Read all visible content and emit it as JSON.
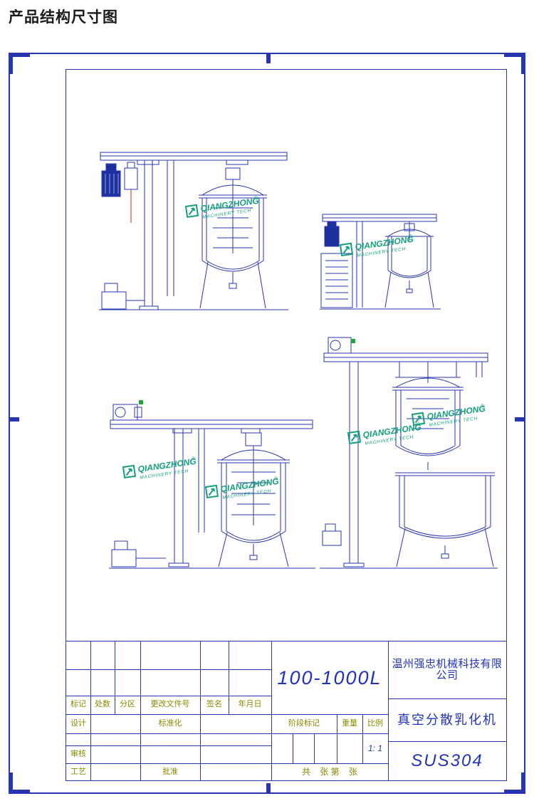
{
  "header": {
    "title": "产品结构尺寸图"
  },
  "logo": {
    "name": "QIANGZHONG",
    "reg": "®",
    "sub": "MACHINERY TECH"
  },
  "titleblock": {
    "capacity": "100-1000L",
    "company": "温州强忠机械科技有限公司",
    "product": "真空分散乳化机",
    "material": "SUS304",
    "scale_value": "1: 1",
    "sheet_info": "共    张 第    张",
    "labels": {
      "mark": "标记",
      "count": "处数",
      "zone": "分区",
      "change_doc": "更改文件号",
      "signature": "签名",
      "date": "年月日",
      "design": "设计",
      "standardization": "标准化",
      "review": "审核",
      "process": "工艺",
      "approve": "批准",
      "stage_mark": "阶段标记",
      "weight": "重量",
      "scale": "比例"
    }
  },
  "colors": {
    "line_blue": "#2a35b2",
    "label_olive": "#8a8b00",
    "logo_teal": "#13a07a",
    "accent_red": "#cc2222",
    "accent_green": "#1fa33d"
  }
}
